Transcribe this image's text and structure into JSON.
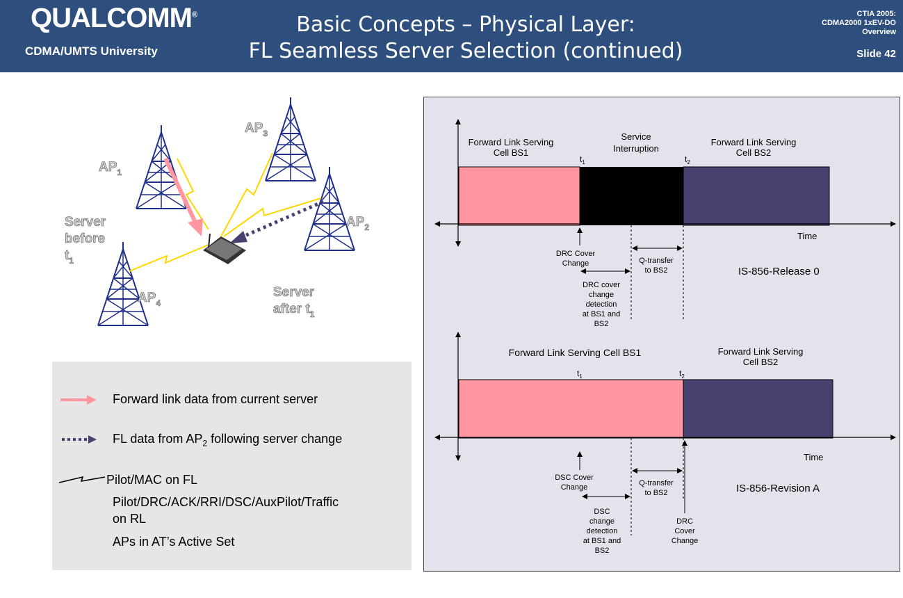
{
  "header": {
    "logo": "QUALCOMM",
    "logo_mark": "®",
    "university": "CDMA/UMTS University",
    "title_line1": "Basic Concepts – Physical Layer:",
    "title_line2": "FL Seamless Server Selection (continued)",
    "right_line1": "CTIA 2005:",
    "right_line2": "CDMA2000 1xEV-DO",
    "right_line3": "Overview",
    "slide": "Slide 42"
  },
  "network": {
    "ap1": "AP",
    "ap1_sub": "1",
    "ap2": "AP",
    "ap2_sub": "2",
    "ap3": "AP",
    "ap3_sub": "3",
    "ap4": "AP",
    "ap4_sub": "4",
    "server_before_l1": "Server",
    "server_before_l2": "before",
    "server_before_l3": "t",
    "server_before_sub": "1",
    "server_after_l1": "Server",
    "server_after_l2": "after t",
    "server_after_sub": "1"
  },
  "legend": {
    "item1": "Forward link data from current server",
    "item2_prefix": "FL data from AP",
    "item2_sub": "2",
    "item2_suffix": " following server change",
    "item3": "Pilot/MAC on FL",
    "item4_l1": "Pilot/DRC/ACK/RRI/DSC/AuxPilot/Traffic",
    "item4_l2": "on RL",
    "item5": "APs in AT’s Active Set"
  },
  "colors": {
    "header_bg": "#2e4f7e",
    "tower": "#1f2e8c",
    "pink": "#ff96a0",
    "dark_blue": "#46416e",
    "yellow": "#ffd700"
  },
  "timeline1": {
    "seg1_l1": "Forward Link Serving",
    "seg1_l2": "Cell BS1",
    "seg2_l1": "Service",
    "seg2_l2": "Interruption",
    "seg3_l1": "Forward Link Serving",
    "seg3_l2": "Cell BS2",
    "t1": "t",
    "t1_sub": "1",
    "t2": "t",
    "t2_sub": "2",
    "time": "Time",
    "drc_cover_l1": "DRC Cover",
    "drc_cover_l2": "Change",
    "qtransfer_l1": "Q-transfer",
    "qtransfer_l2": "to BS2",
    "release": "IS-856-Release 0",
    "detect_l1": "DRC cover",
    "detect_l2": "change",
    "detect_l3": "detection",
    "detect_l4": "at BS1 and",
    "detect_l5": "BS2"
  },
  "timeline2": {
    "seg1": "Forward Link Serving Cell BS1",
    "seg2_l1": "Forward Link Serving",
    "seg2_l2": "Cell BS2",
    "t1": "t",
    "t1_sub": "1",
    "t2": "t",
    "t2_sub": "2",
    "time": "Time",
    "dsc_cover_l1": "DSC Cover",
    "dsc_cover_l2": "Change",
    "qtransfer_l1": "Q-transfer",
    "qtransfer_l2": "to BS2",
    "release": "IS-856-Revision A",
    "detect_l1": "DSC",
    "detect_l2": "change",
    "detect_l3": "detection",
    "detect_l4": "at BS1 and",
    "detect_l5": "BS2",
    "drc_l1": "DRC",
    "drc_l2": "Cover",
    "drc_l3": "Change"
  }
}
